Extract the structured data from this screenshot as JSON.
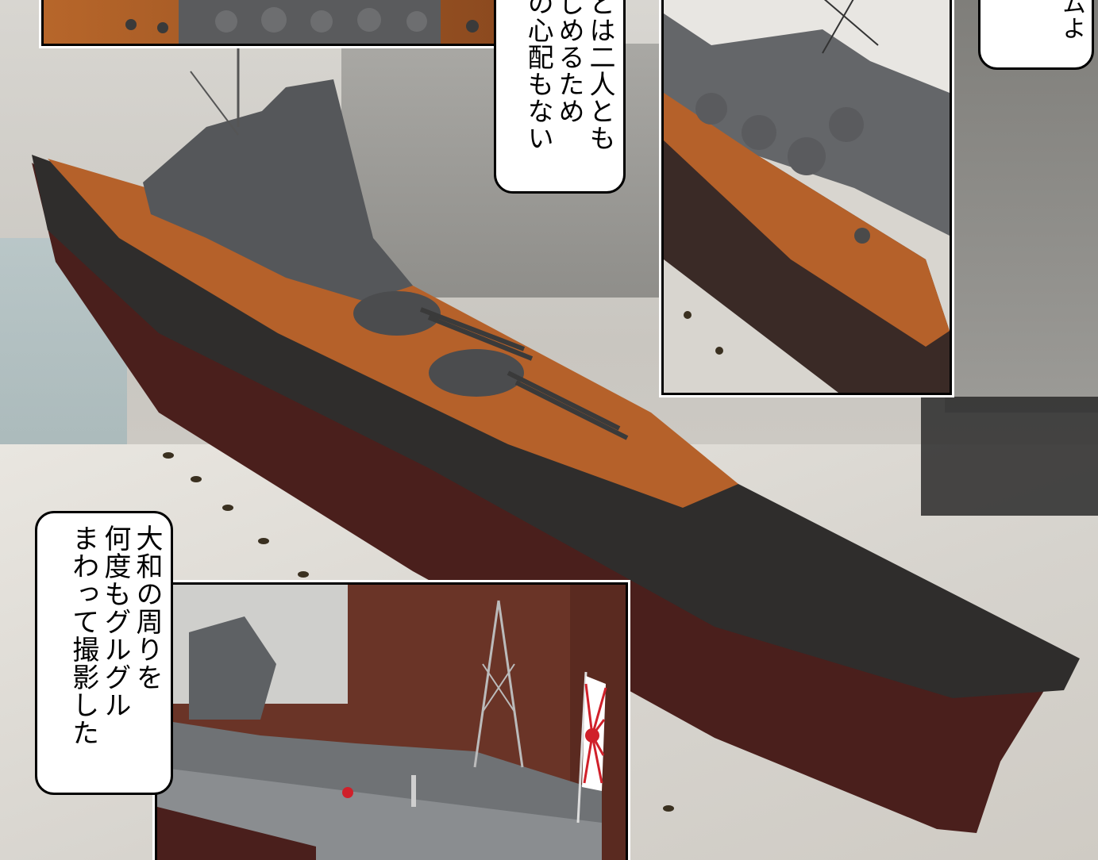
{
  "bubbles": {
    "top_center": {
      "lines": [
        "とは二人とも",
        "じめるため",
        "の心配もない"
      ]
    },
    "top_right": {
      "lines": [
        "ムよ"
      ]
    },
    "bottom_left": {
      "lines": [
        "大和の周りを",
        "何度もグルグル",
        "まわって撮影した"
      ]
    }
  },
  "colors": {
    "deck_wood": "#b5612a",
    "hull_dark": "#2f2d2c",
    "hull_red": "#4a1f1c",
    "superstructure_gray": "#55575a",
    "flag_red": "#d0202a"
  },
  "icons": {
    "flag": "rising-sun-flag-icon"
  }
}
